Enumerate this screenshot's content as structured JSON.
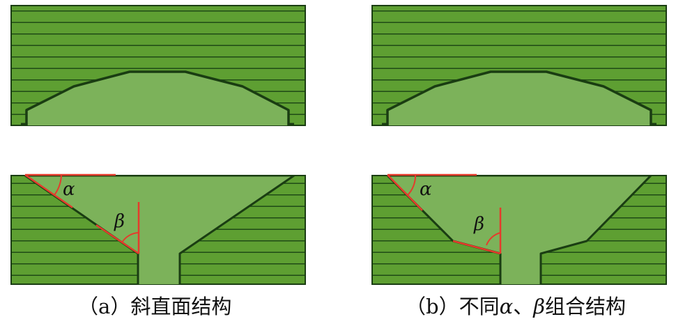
{
  "colors": {
    "block_fill": "#5e9f32",
    "stripe": "#1f4a16",
    "cavity_fill": "#7cb25a",
    "outline": "#1a3d12",
    "angle_marker": "#e53b2c",
    "background": "#ffffff"
  },
  "panel_a": {
    "alpha_symbol": "α",
    "beta_symbol": "β",
    "caption": {
      "open_paren": "（",
      "letter": "a",
      "close_paren": "）",
      "text": "斜直面结构"
    }
  },
  "panel_b": {
    "alpha_symbol": "α",
    "beta_symbol": "β",
    "caption": {
      "open_paren": "（",
      "letter": "b",
      "close_paren": "）",
      "text_before": "不同",
      "alpha": "α",
      "separator": "、",
      "beta": "β",
      "text_after": "组合结构"
    }
  }
}
